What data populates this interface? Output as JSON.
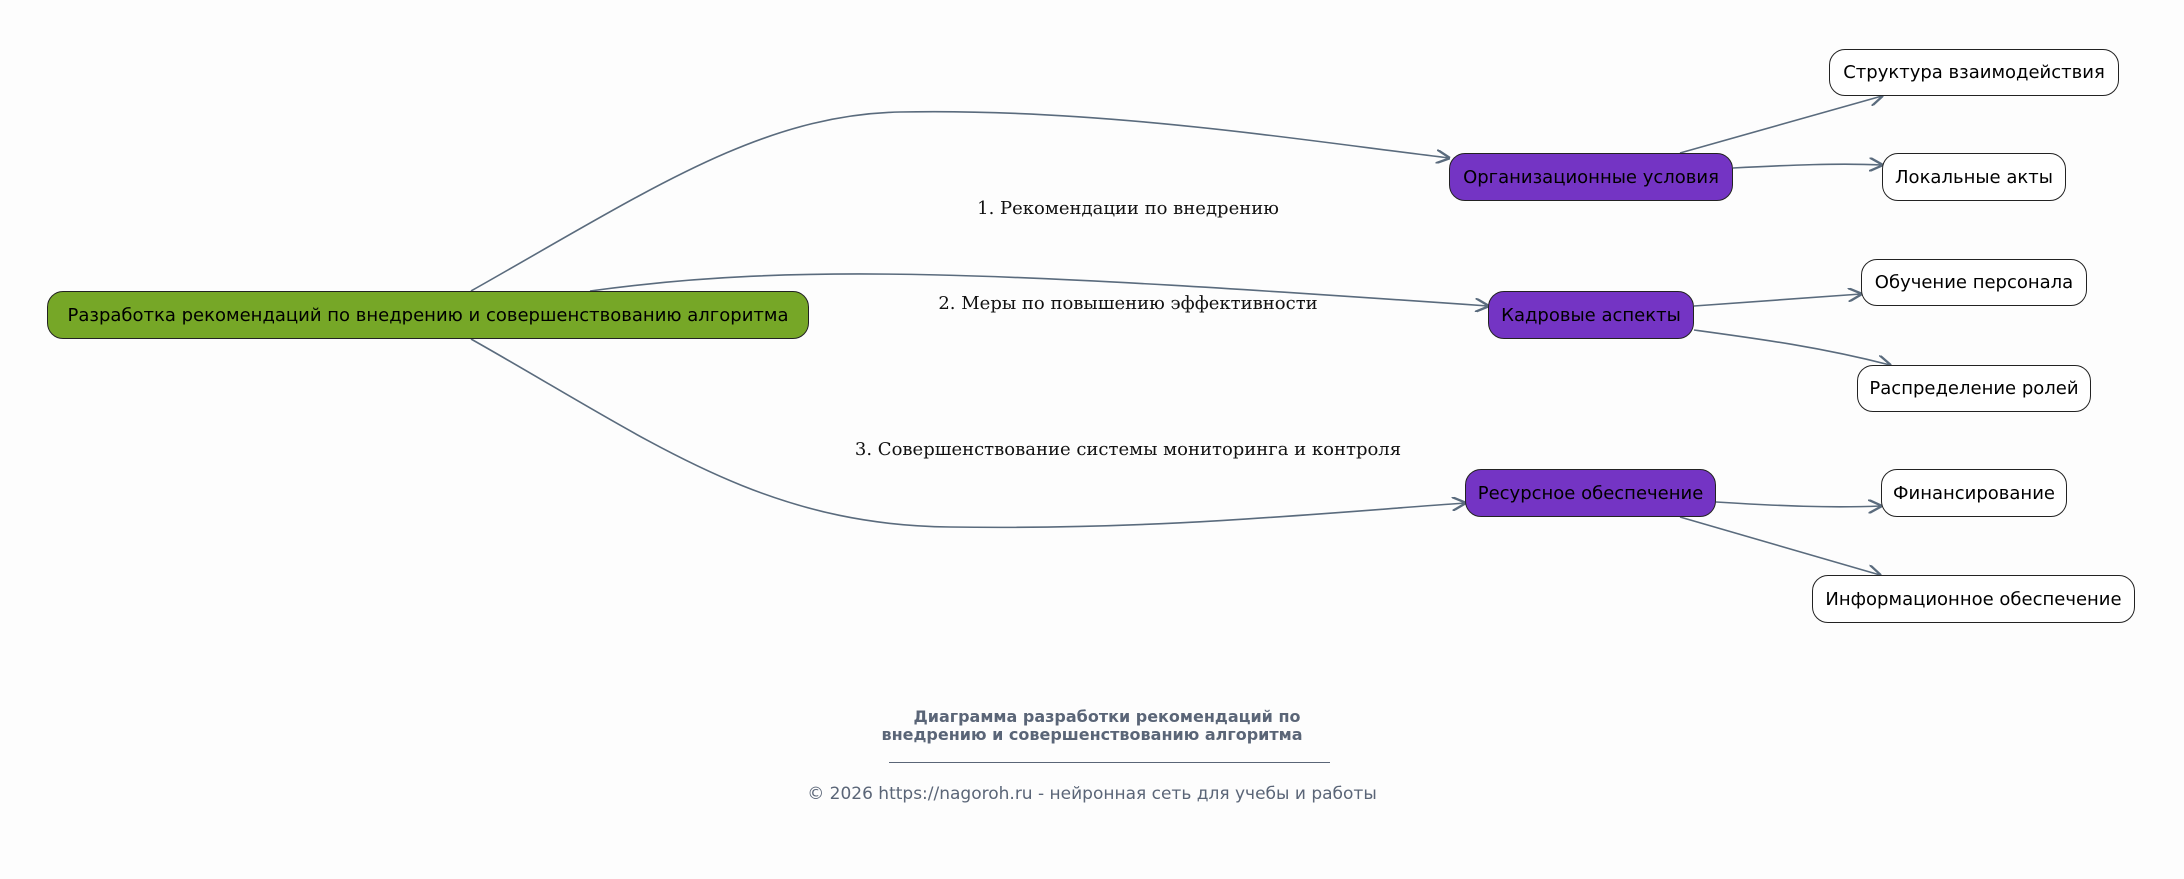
{
  "root": "Разработка рекомендаций по внедрению и совершенствованию алгоритма",
  "branches": [
    {
      "label": "Организационные условия",
      "edge_label": "1. Рекомендации по внедрению",
      "children": [
        "Структура взаимодействия",
        "Локальные акты"
      ]
    },
    {
      "label": "Кадровые аспекты",
      "edge_label": "2. Меры по повышению эффективности",
      "children": [
        "Обучение персонала",
        "Распределение ролей"
      ]
    },
    {
      "label": "Ресурсное обеспечение",
      "edge_label": "3. Совершенствование системы мониторинга и контроля",
      "children": [
        "Финансирование",
        "Информационное обеспечение"
      ]
    }
  ],
  "caption": {
    "title_line1": "Диаграмма разработки рекомендаций по",
    "title_line2": "внедрению и совершенствованию алгоритма",
    "copyright": "© 2026 https://nagoroh.ru - нейронная сеть для учебы и работы"
  },
  "colors": {
    "root": "#76a727",
    "branch": "#7434c4",
    "leaf": "#ffffff",
    "edge": "#5a6b7d"
  }
}
